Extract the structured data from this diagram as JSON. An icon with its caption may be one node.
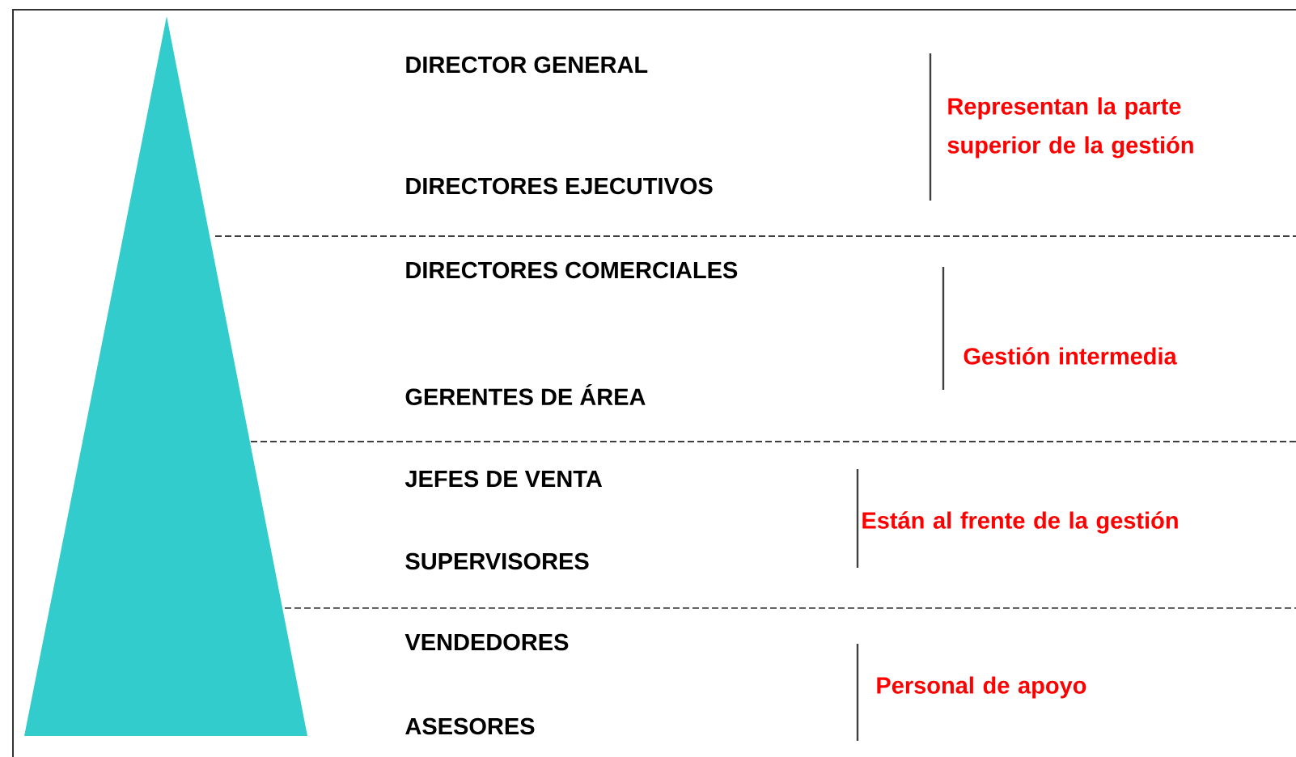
{
  "diagram": {
    "labels": [
      "DIRECTOR GENERAL",
      "Representan la parte superior de la gestión",
      "DIRECTORES EJECUTIVOS",
      "DIRECTORES COMERCIALES",
      "Gestión intermedia",
      "GERENTES DE ÁREA",
      "JEFES DE VENTA",
      "Están al frente de la gestión",
      "SUPERVISORES",
      "VENDEDORES",
      "Personal de apoyo",
      "ASESORES"
    ]
  }
}
